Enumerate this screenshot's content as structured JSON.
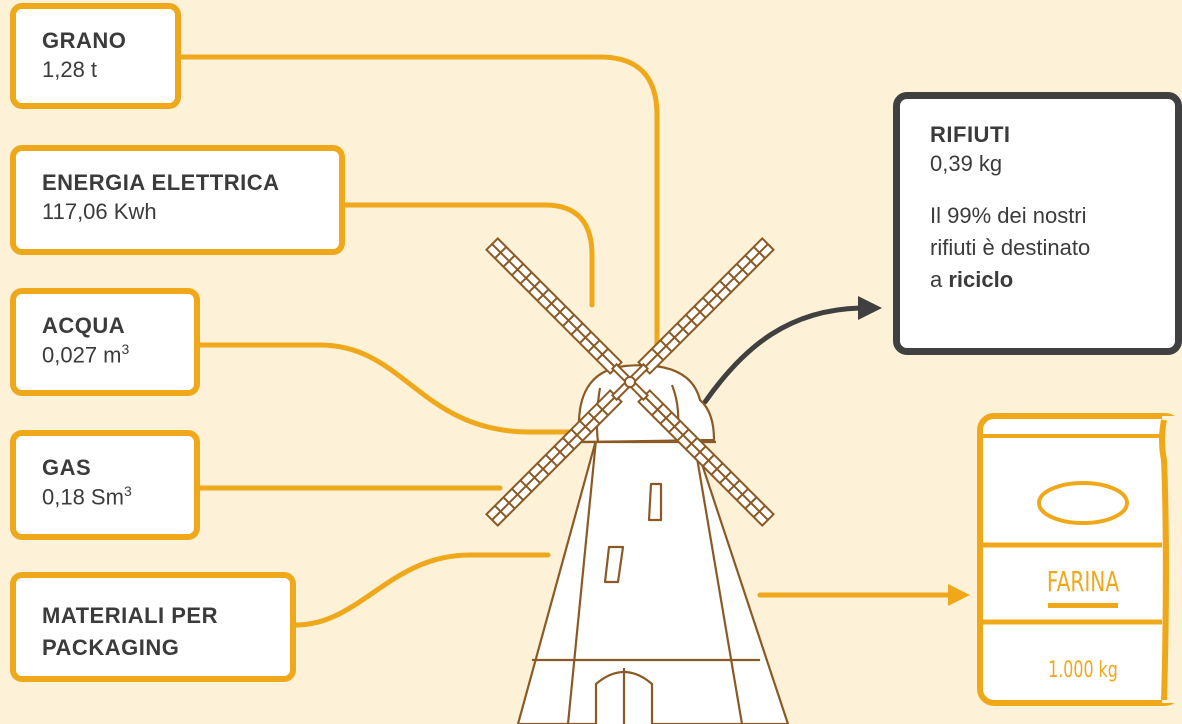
{
  "inputs": [
    {
      "id": "grano",
      "title": "GRANO",
      "value": "1,28 t"
    },
    {
      "id": "energia",
      "title": "ENERGIA ELETTRICA",
      "value": "117,06 Kwh"
    },
    {
      "id": "acqua",
      "title": "ACQUA",
      "value": "0,027 m",
      "unit_sup": "3"
    },
    {
      "id": "gas",
      "title": "GAS",
      "value": "0,18 Sm",
      "unit_sup": "3"
    },
    {
      "id": "packaging",
      "title_line1": "MATERIALI PER",
      "title_line2": "PACKAGING"
    }
  ],
  "waste": {
    "title": "RIFIUTI",
    "value": "0,39 kg",
    "note_line1": "Il 99% dei nostri",
    "note_line2": "rifiuti è destinato",
    "note_prefix": "a ",
    "note_bold": "riciclo"
  },
  "output": {
    "product": "FARINA",
    "quantity": "1.000 kg"
  },
  "colors": {
    "background": "#fdf1d8",
    "accent": "#f0a81b",
    "mill_stroke": "#8b5a24",
    "waste_border": "#404040"
  }
}
